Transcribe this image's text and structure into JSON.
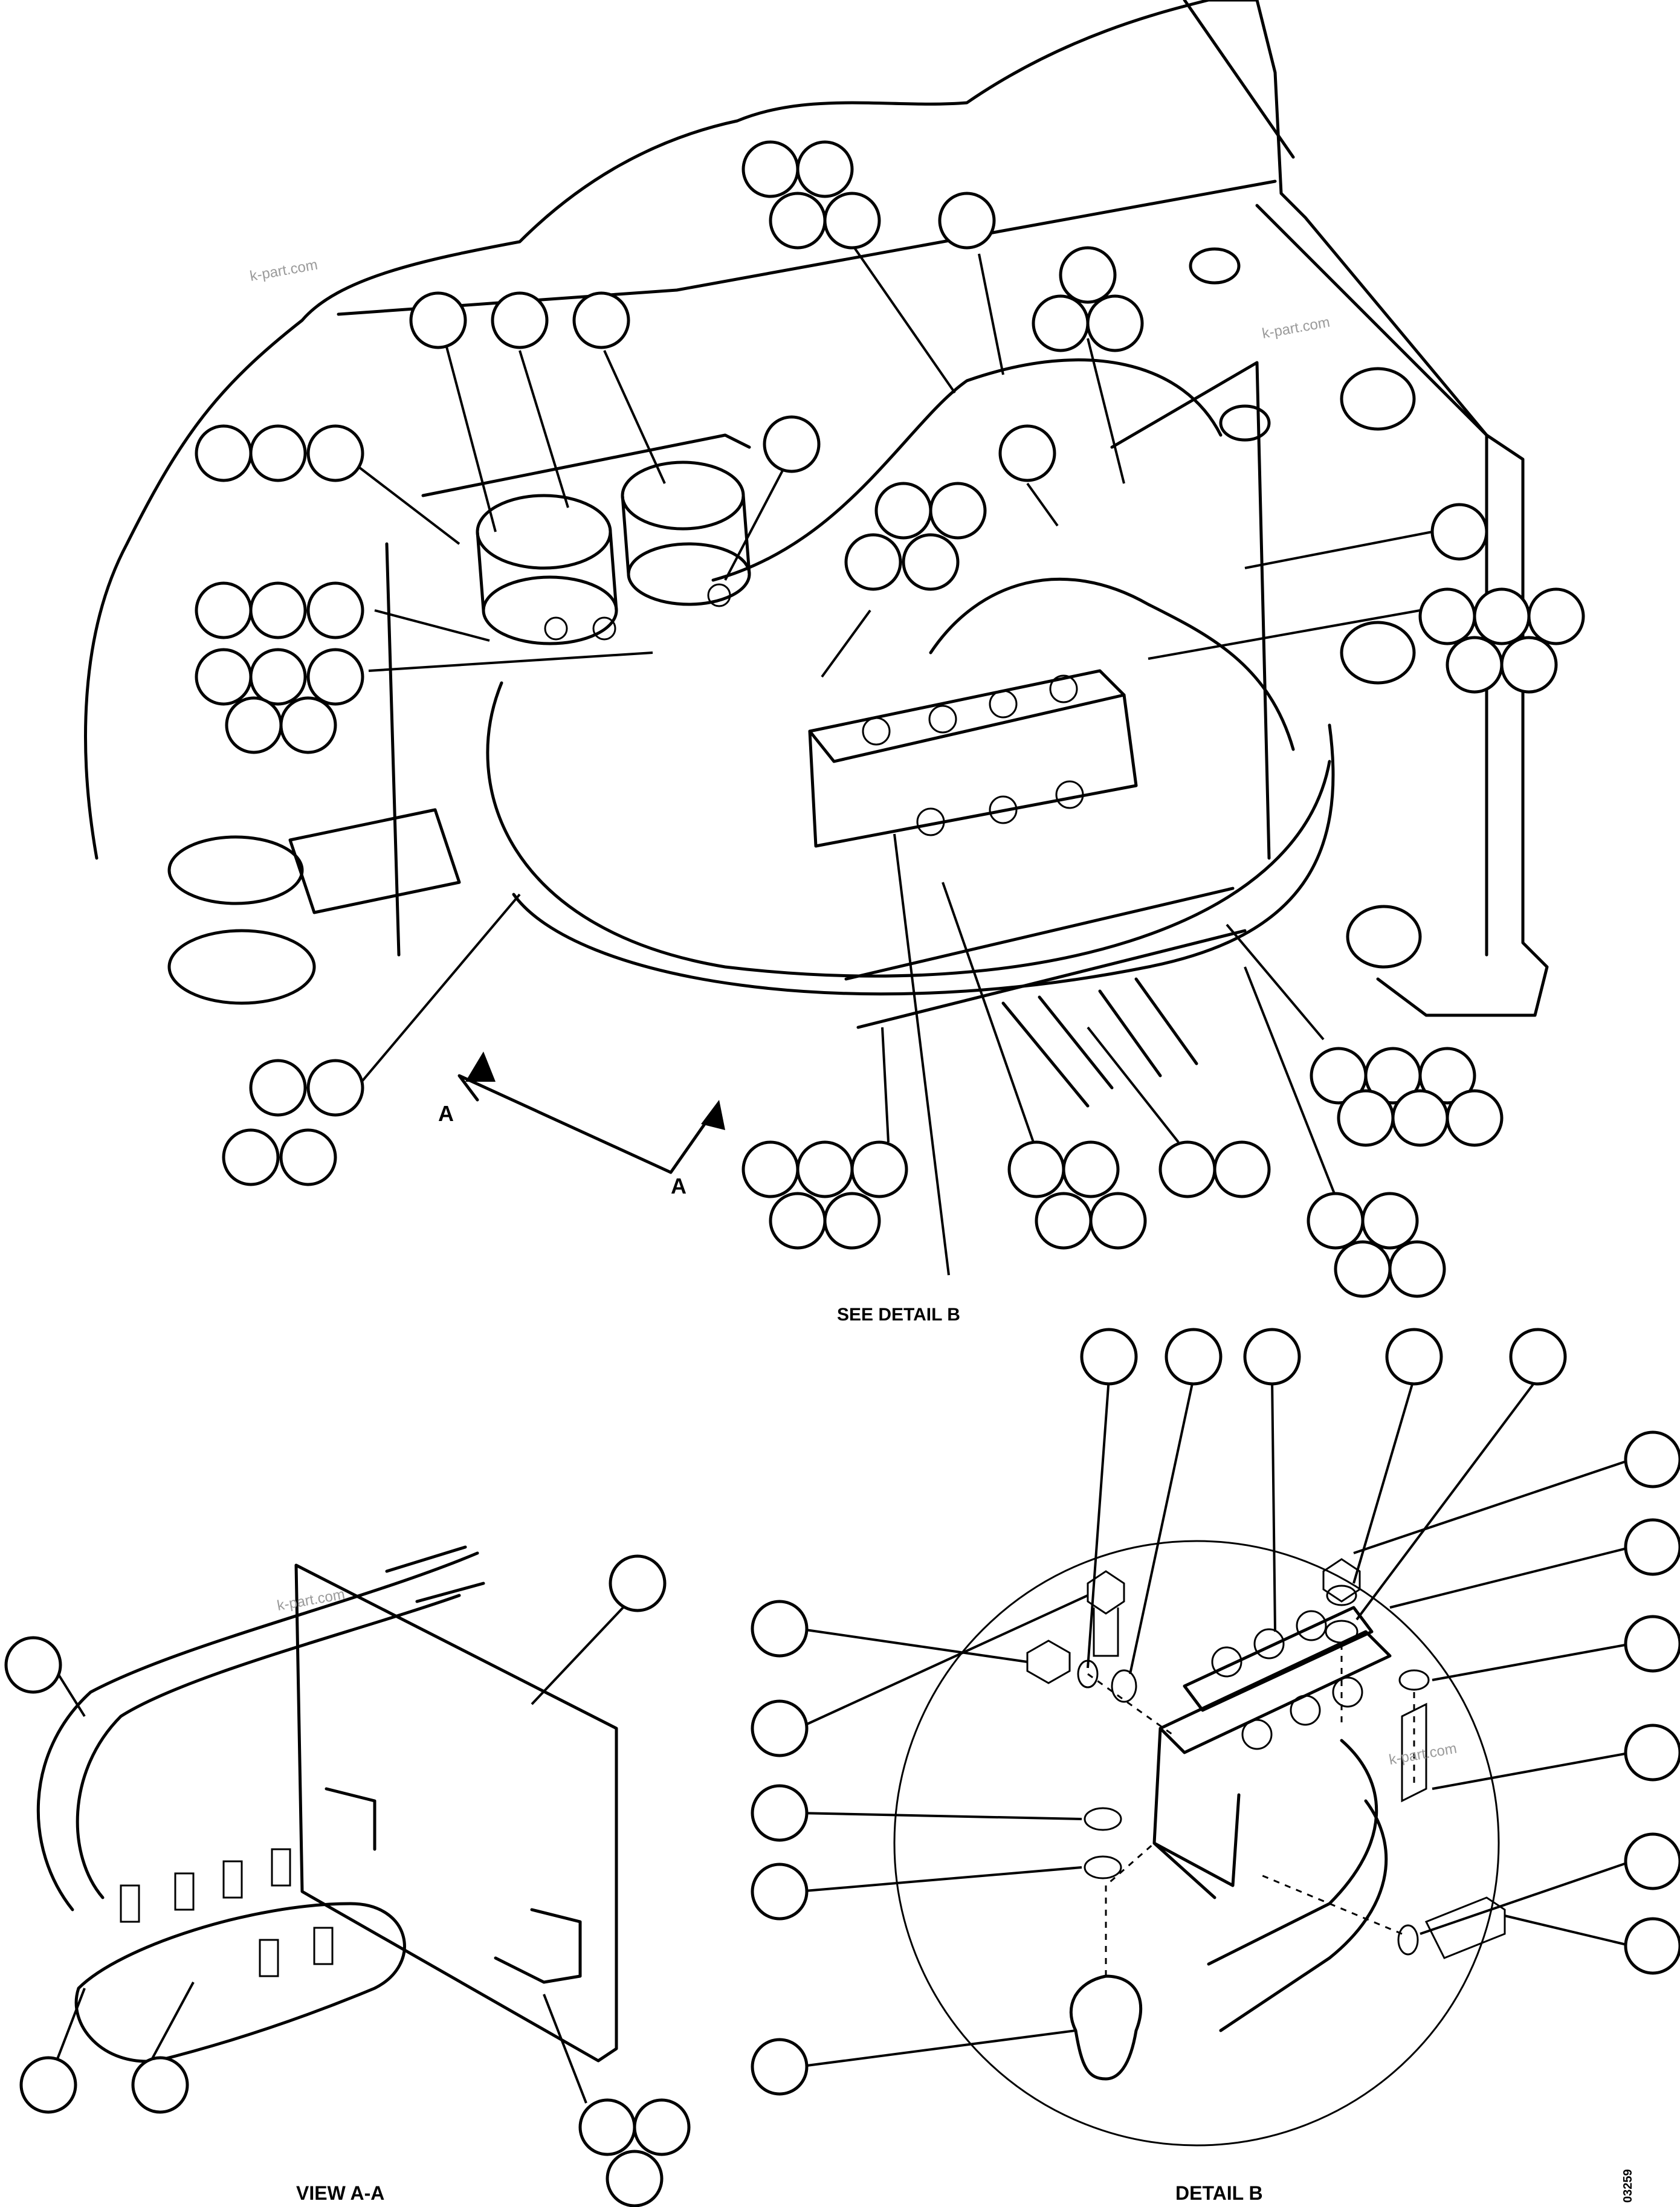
{
  "labels": {
    "see_detail_b": "SEE DETAIL B",
    "view_aa": "VIEW A-A",
    "detail_b": "DETAIL B",
    "section_mark_left": "A",
    "section_mark_right": "A",
    "drawing_code": "03259"
  },
  "watermark": "k-part.com",
  "colors": {
    "line": "#000000",
    "background": "#ffffff",
    "watermark": "#9a9a9a"
  }
}
